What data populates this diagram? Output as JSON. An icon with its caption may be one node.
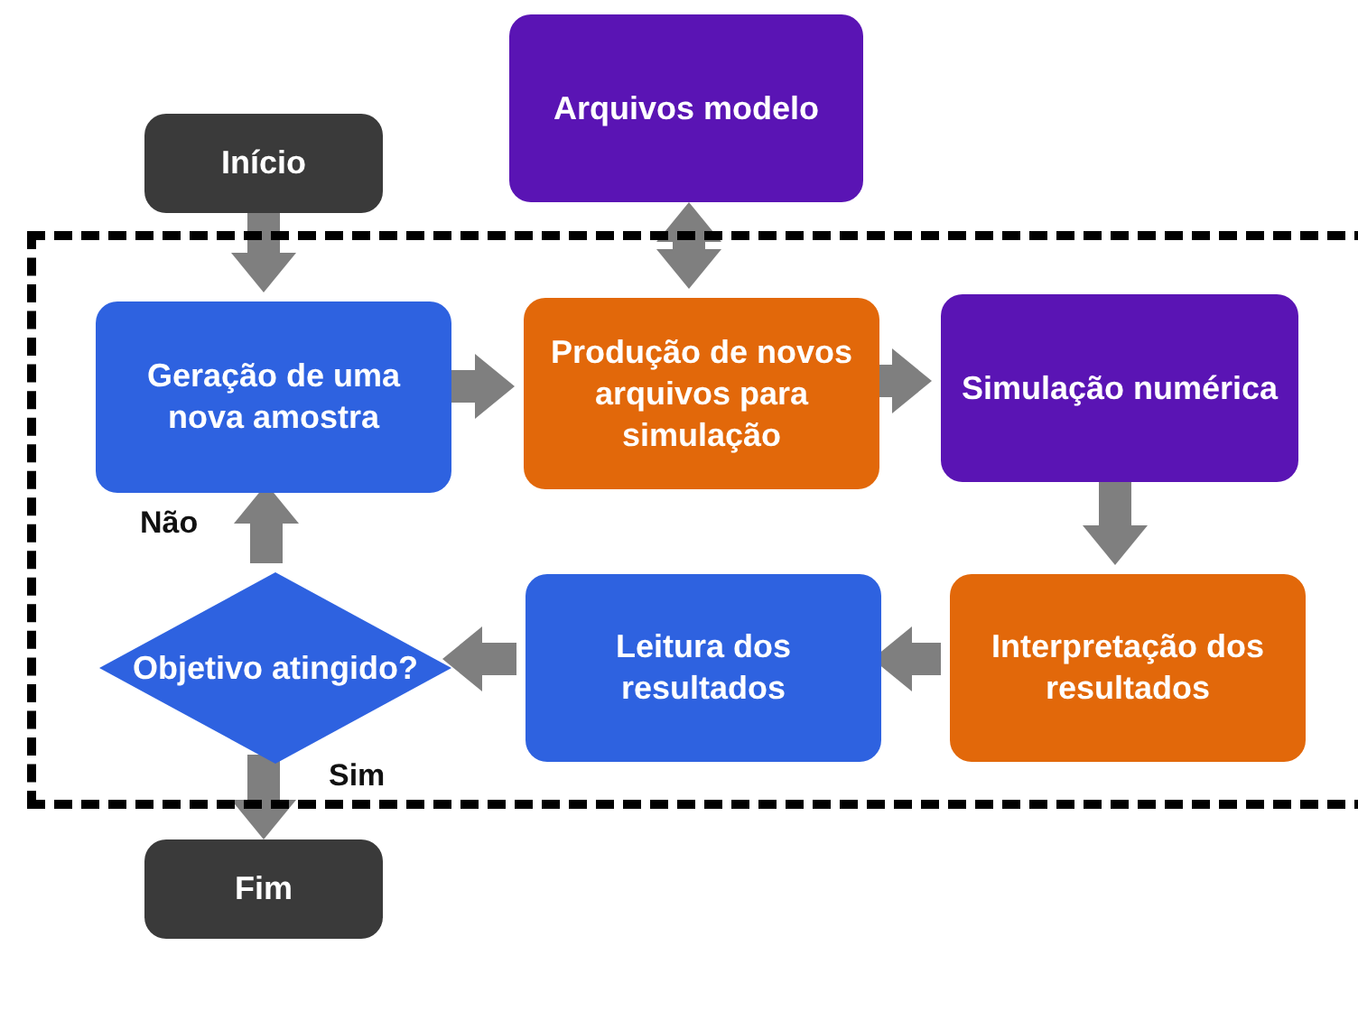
{
  "diagram": {
    "nodes": [
      {
        "text": [
          "Arquivos modelo"
        ]
      },
      {
        "text": [
          "Início"
        ]
      },
      {
        "text": [],
        "shape": "box"
      },
      {
        "text": [
          "Geração de uma nova amostra"
        ],
        "in": 2
      },
      {
        "text": [
          "Produção de novos arquivos para simulação"
        ],
        "in": 2
      },
      {
        "text": [
          "Simulação numérica"
        ],
        "in": 2
      },
      {
        "text": [
          "Interpretação dos resultados"
        ],
        "in": 2
      },
      {
        "text": [
          "Leitura dos resultados"
        ],
        "in": 2
      },
      {
        "text": [
          "Objetivo atingido?"
        ],
        "in": 2
      },
      {
        "text": [
          "Fim"
        ]
      }
    ],
    "edges": [
      {
        "from": 1,
        "to": 3,
        "arrow": "to"
      },
      {
        "from": 0,
        "to": 4,
        "arrow": "both"
      },
      {
        "from": 3,
        "to": 4,
        "arrow": "to"
      },
      {
        "from": 4,
        "to": 5,
        "arrow": "to"
      },
      {
        "from": 5,
        "to": 6,
        "arrow": "to"
      },
      {
        "from": 6,
        "to": 7,
        "arrow": "to"
      },
      {
        "from": 7,
        "to": 8,
        "arrow": "to"
      },
      {
        "from": 8,
        "to": 3,
        "arrow": "to",
        "label": "Não"
      },
      {
        "from": 8,
        "to": 9,
        "arrow": "to",
        "label": "Sim"
      }
    ]
  }
}
